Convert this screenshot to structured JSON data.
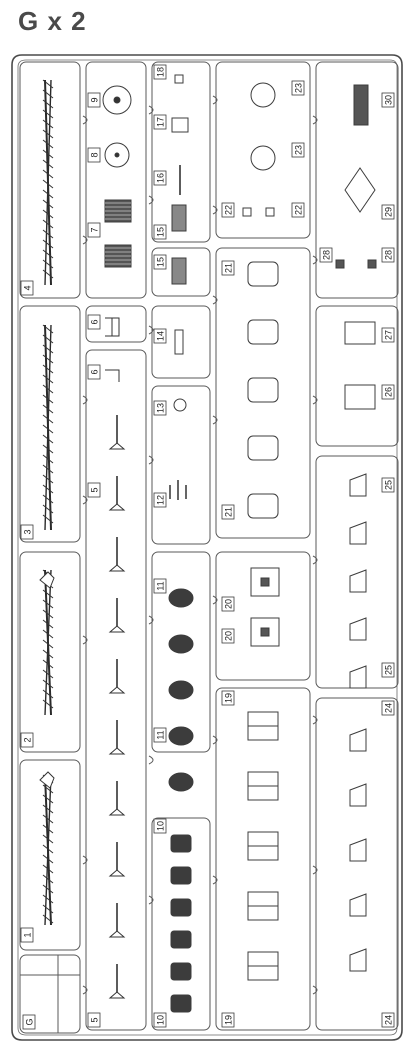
{
  "header": {
    "title": "G x 2"
  },
  "colors": {
    "line": "#5a5a5a",
    "frame": "#4a4a4a",
    "fill_dark": "#3c3c3c",
    "fill_mid": "#777777"
  },
  "labels": {
    "frame_letter": "G",
    "col1": [
      "4",
      "3",
      "2",
      "1"
    ],
    "col2_top": [
      "9",
      "8",
      "7",
      "6",
      "6",
      "5",
      "5"
    ],
    "col3": [
      "18",
      "17",
      "16",
      "15",
      "15",
      "14",
      "13",
      "12",
      "11",
      "11",
      "10",
      "10"
    ],
    "col4": [
      "23",
      "23",
      "22",
      "22",
      "21",
      "21",
      "20",
      "20",
      "19",
      "19"
    ],
    "col5": [
      "30",
      "29",
      "28",
      "28",
      "27",
      "26",
      "25",
      "25",
      "24",
      "24"
    ]
  }
}
